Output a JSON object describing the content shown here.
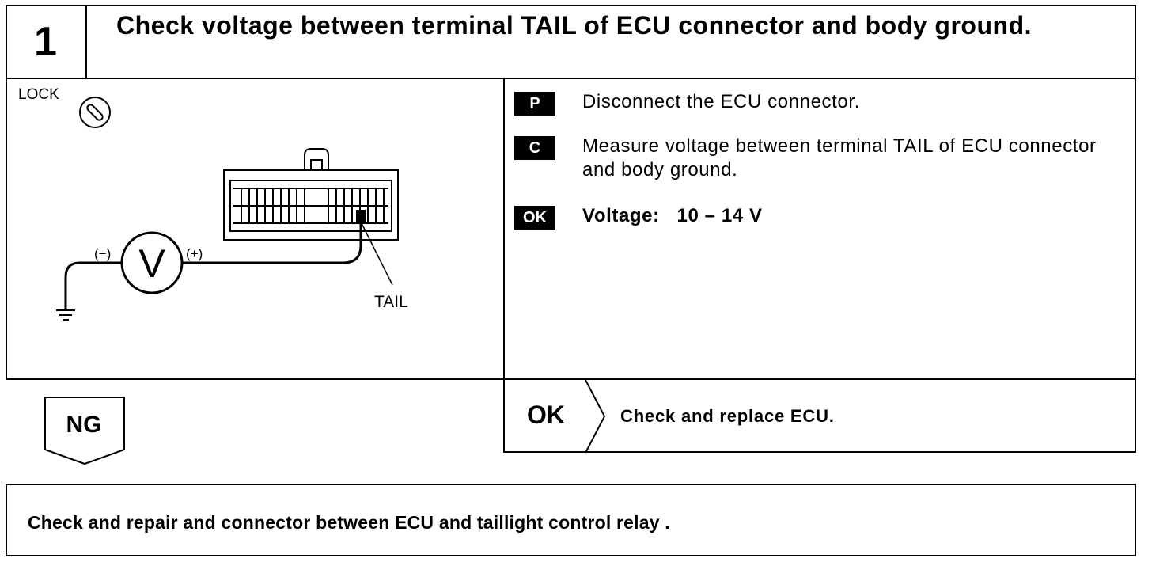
{
  "step": {
    "number": "1",
    "title": "Check voltage between terminal TAIL of ECU connector and body ground."
  },
  "diagram": {
    "lock_label": "LOCK",
    "meter_symbol": "V",
    "minus_label": "(−)",
    "plus_label": "(+)",
    "terminal_label": "TAIL"
  },
  "instructions": [
    {
      "badge": "P",
      "text": "Disconnect the ECU connector."
    },
    {
      "badge": "C",
      "text": "Measure voltage between terminal TAIL of ECU connector and body ground."
    },
    {
      "badge": "OK",
      "text": "Voltage:   10 – 14 V"
    }
  ],
  "ok_result": {
    "label": "OK",
    "action": "Check and replace ECU."
  },
  "ng_result": {
    "label": "NG"
  },
  "final_action": "Check and repair and connector between ECU and taillight control relay ."
}
